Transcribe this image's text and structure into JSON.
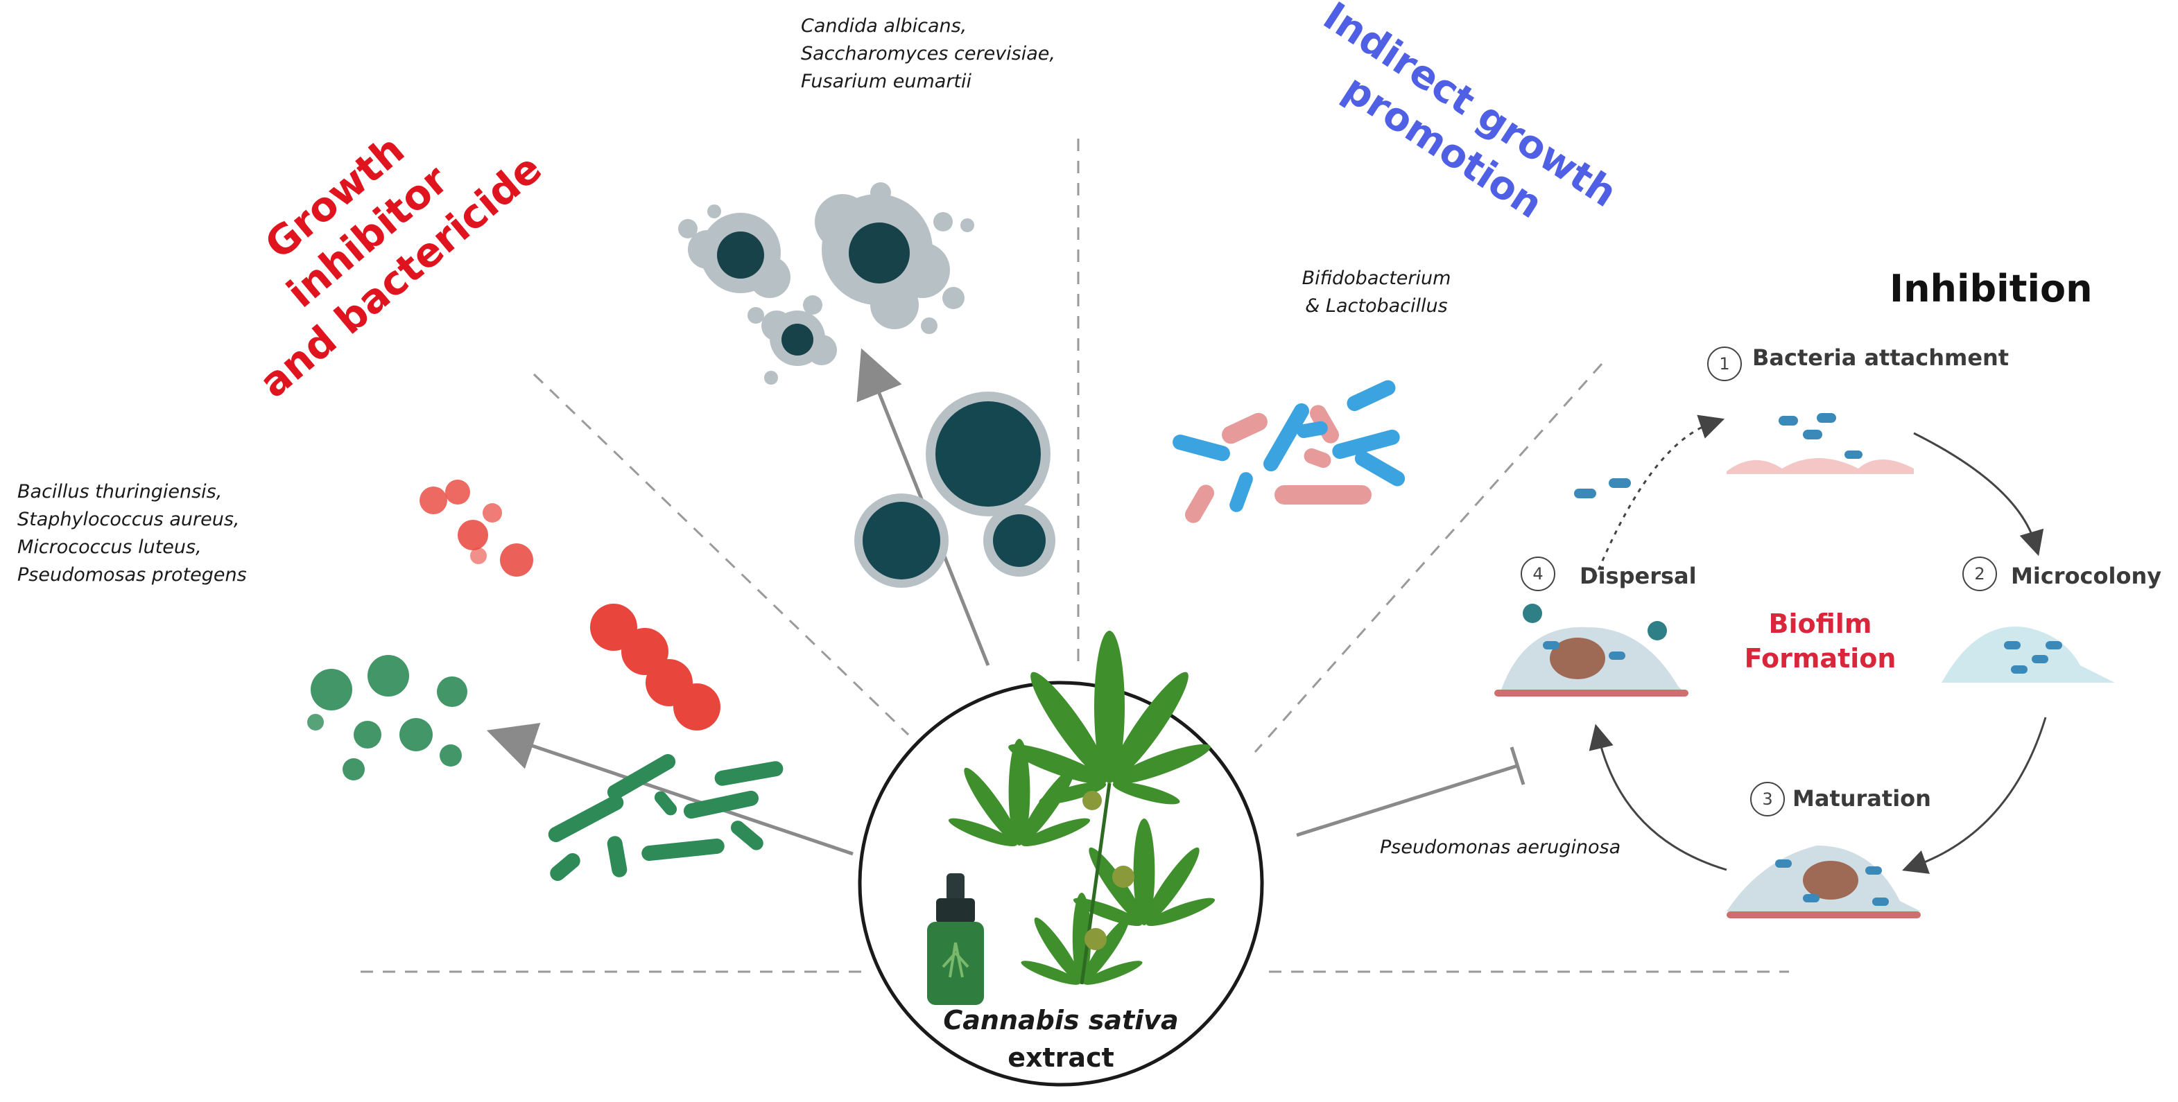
{
  "left_heading": {
    "line1": "Growth inhibitor",
    "line2": "and bactericide"
  },
  "right_heading": {
    "line1": "Indirect growth",
    "line2": "promotion"
  },
  "fungi_label": [
    "Candida albicans,",
    "Saccharomyces cerevisiae,",
    "Fusarium eumartii"
  ],
  "bacteria_left_label": [
    "Bacillus thuringiensis,",
    "Staphylococcus aureus,",
    "Micrococcus luteus,",
    "Pseudomosas protegens"
  ],
  "probiotic_label": [
    "Bifidobacterium",
    "& Lactobacillus"
  ],
  "pseudomonas_label": "Pseudomonas aeruginosa",
  "center": {
    "name": "Cannabis sativa",
    "suffix": "extract"
  },
  "inhibition": {
    "title": "Inhibition",
    "cycle_title": [
      "Biofilm",
      "Formation"
    ],
    "steps": [
      {
        "num": "1",
        "label": "Bacteria attachment"
      },
      {
        "num": "2",
        "label": "Microcolony"
      },
      {
        "num": "3",
        "label": "Maturation"
      },
      {
        "num": "4",
        "label": "Dispersal"
      }
    ]
  },
  "colors": {
    "red_heading": "#e0141e",
    "blue_heading": "#5060e4",
    "biofilm_title": "#d9263a",
    "bacteria_red": "#e8453c",
    "bacteria_green": "#2e8b57",
    "fungus_dark": "#14474f",
    "fungus_gray": "#b7c0c4",
    "probiotic_blue": "#3aa3e0",
    "probiotic_pink": "#e79a9a",
    "leaf_green": "#3f8f2d"
  }
}
